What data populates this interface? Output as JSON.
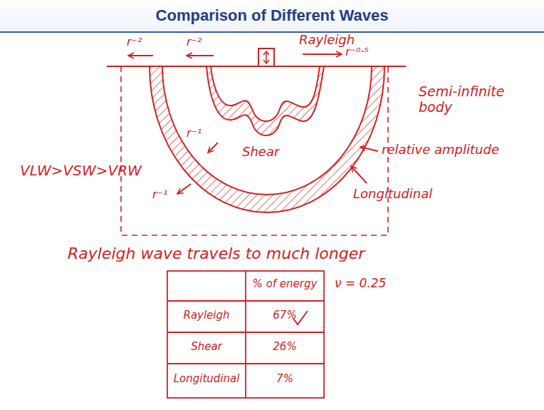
{
  "diagram": {
    "title": "Comparison of Different Waves",
    "labels": [
      "r⁻²",
      "r⁻²",
      "Rayleigh",
      "r⁻⁰·⁵",
      "Semi-infinite body",
      "VLW>VSW>VRW",
      "r⁻¹",
      "Shear",
      "relative amplitude",
      "r⁻¹",
      "Longitudinal",
      "Rayleigh wave travels to much longer",
      "ν = 0.25",
      "% of energy",
      "Rayleigh",
      "67%",
      "Shear",
      "26%",
      "Longitudinal",
      "7%"
    ]
  }
}
